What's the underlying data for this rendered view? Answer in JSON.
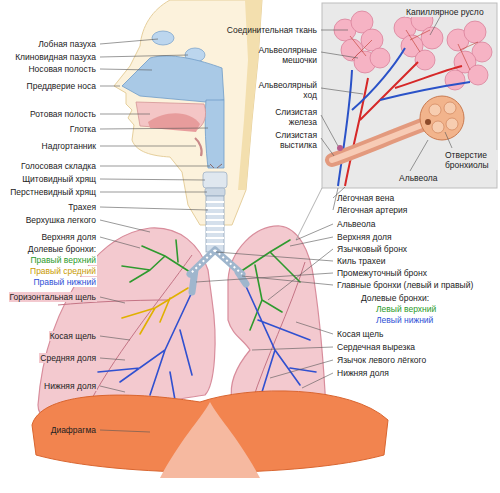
{
  "diagram": {
    "labels": [
      "Лобная пазуха",
      "Клиновидная пазуха",
      "Носовая полость",
      "Преддверие носа",
      "Ротовая полость",
      "Глотка",
      "Надгортанник",
      "Голосовая складка",
      "Щитовидный хрящ",
      "Перстневидный хрящ",
      "Трахея",
      "Верхушка легкого",
      "Верхняя доля",
      "Долевые бронхи:",
      "Правый верхний",
      "Правый средний",
      "Правый нижний",
      "Горизонтальная щель",
      "Косая щель",
      "Средняя доля",
      "Нижняя доля",
      "Диафрагма",
      "Капиллярное русло",
      "Соединительная ткань",
      "Альвеолярные мешочки",
      "Альвеолярный ход",
      "Слизистая железа",
      "Слизистая выстилка",
      "Лёгочная вена",
      "Лёгочная артерия",
      "Альвеола",
      "Отверстие бронхиолы",
      "Альвеола",
      "Верхняя доля",
      "Язычковый бронх",
      "Киль трахеи",
      "Промежуточный бронх",
      "Главные бронхи (левый и правый)",
      "Долевые бронхи:",
      "Левый верхний",
      "Левый нижний",
      "Косая щель",
      "Сердечная вырезка",
      "Язычок левого лёгкого",
      "Нижняя доля"
    ]
  }
}
